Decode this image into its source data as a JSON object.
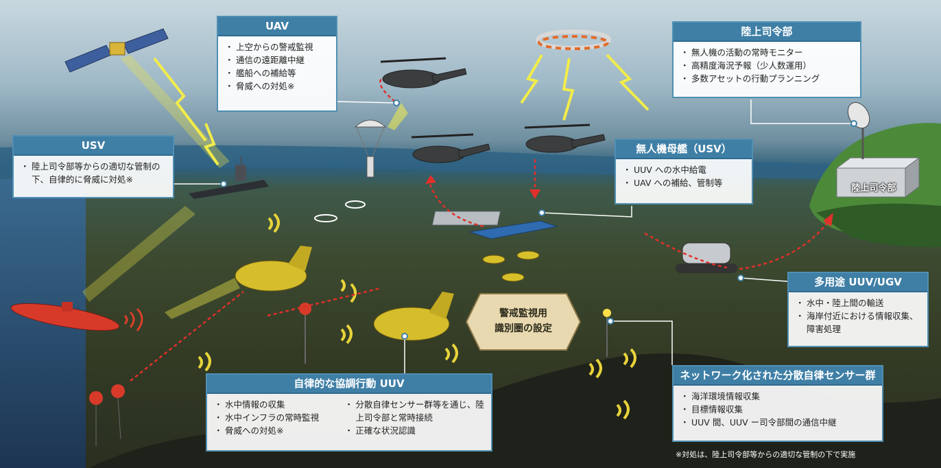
{
  "boxes": {
    "uav": {
      "title": "UAV",
      "items": [
        "上空からの警戒監視",
        "通信の遠距離中継",
        "艦船への補給等",
        "脅威への対処※"
      ]
    },
    "land_hq": {
      "title": "陸上司令部",
      "items": [
        "無人機の活動の常時モニター",
        "高精度海況予報（少人数運用）",
        "多数アセットの行動プランニング"
      ]
    },
    "usv": {
      "title": "USV",
      "items": [
        "陸上司令部等からの適切な管制の下、自律的に脅威に対処※"
      ]
    },
    "mothership": {
      "title": "無人機母艦（USV）",
      "items": [
        "UUV への水中給電",
        "UAV への補給、管制等"
      ]
    },
    "multi_uuv": {
      "title": "多用途 UUV/UGV",
      "items": [
        "水中・陸上間の輸送",
        "海岸付近における情報収集、障害処理"
      ]
    },
    "coop_uuv": {
      "title": "自律的な協調行動 UUV",
      "items_left": [
        "水中情報の収集",
        "水中インフラの常時監視",
        "脅威への対処※"
      ],
      "items_right": [
        "分散自律センサー群等を通じ、陸上司令部と常時接続",
        "正確な状況認識"
      ]
    },
    "sensors": {
      "title": "ネットワーク化された分散自律センサー群",
      "items": [
        "海洋環境情報収集",
        "目標情報収集",
        "UUV 間、UUV ー司令部間の通信中継"
      ]
    }
  },
  "center_label": {
    "line1": "警戒監視用",
    "line2": "識別圏の設定"
  },
  "building_label": "陸上司令部",
  "footnote": "※対処は、陸上司令部等からの適切な管制の下で実施",
  "colors": {
    "box_header": "#3f7fa6",
    "route_arrow": "#e0302a",
    "drone_yellow": "#d8c02a",
    "beam_yellow": "#f2ec4a"
  }
}
